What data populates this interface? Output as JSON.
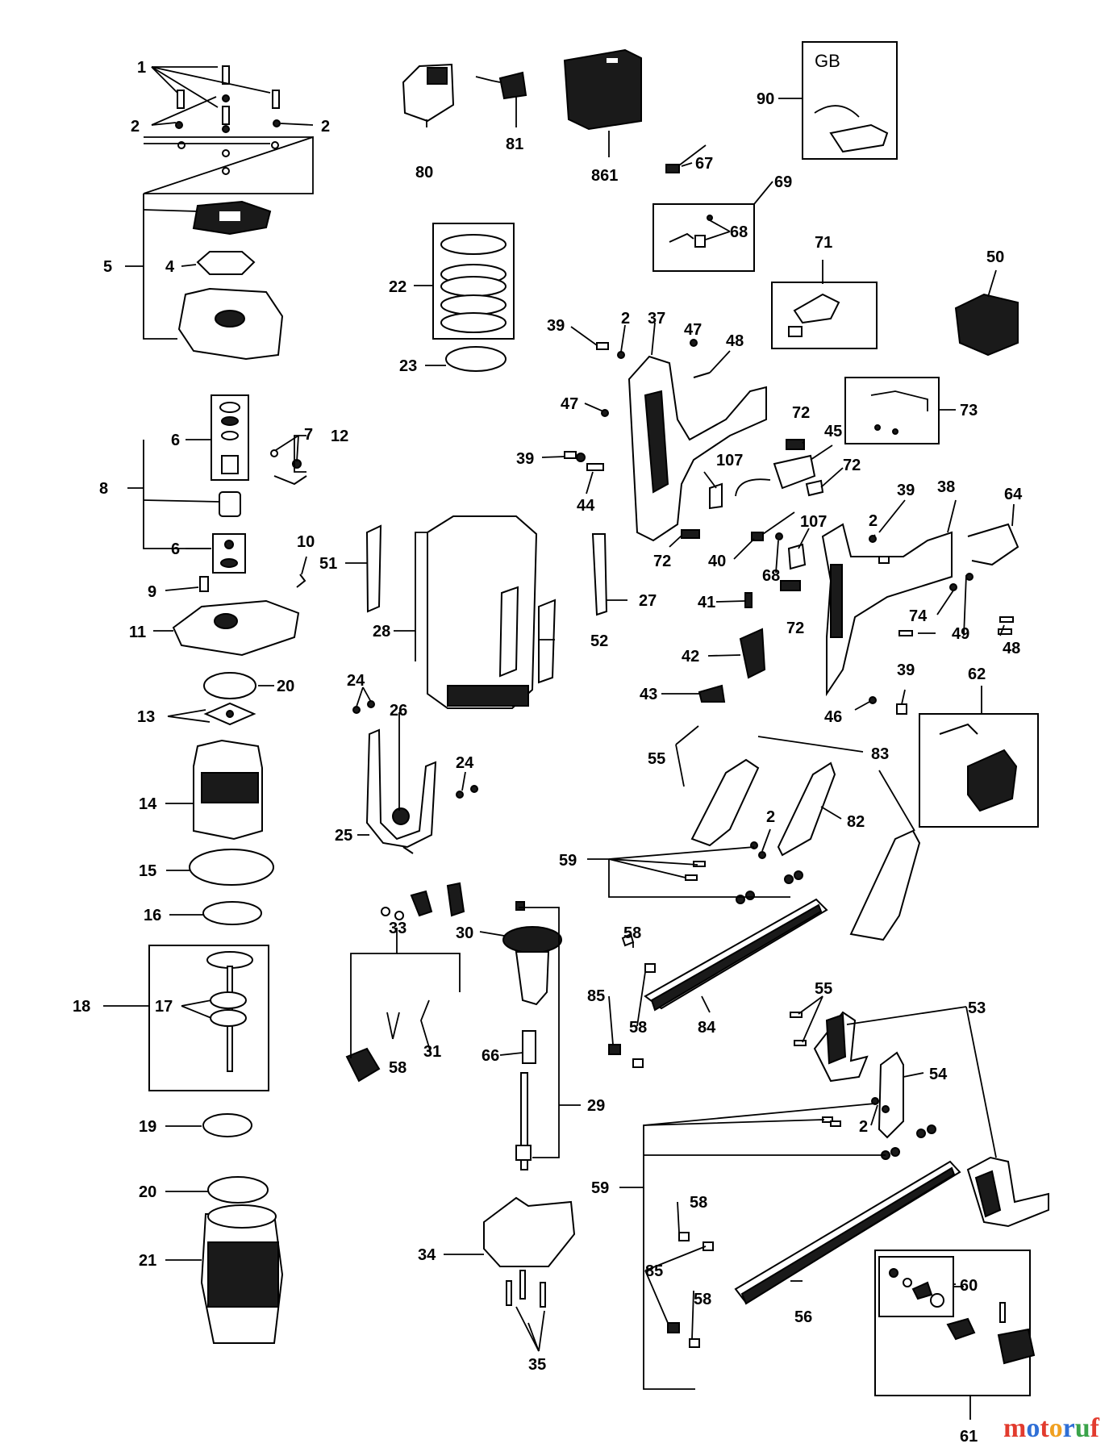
{
  "diagram": {
    "callouts": [
      {
        "id": "c1",
        "text": "1"
      },
      {
        "id": "c2a",
        "text": "2"
      },
      {
        "id": "c2b",
        "text": "2"
      },
      {
        "id": "c5",
        "text": "5"
      },
      {
        "id": "c4",
        "text": "4"
      },
      {
        "id": "c6a",
        "text": "6"
      },
      {
        "id": "c7",
        "text": "7"
      },
      {
        "id": "c12",
        "text": "12"
      },
      {
        "id": "c8",
        "text": "8"
      },
      {
        "id": "c6b",
        "text": "6"
      },
      {
        "id": "c10",
        "text": "10"
      },
      {
        "id": "c9",
        "text": "9"
      },
      {
        "id": "c11",
        "text": "11"
      },
      {
        "id": "c20a",
        "text": "20"
      },
      {
        "id": "c13",
        "text": "13"
      },
      {
        "id": "c14",
        "text": "14"
      },
      {
        "id": "c15",
        "text": "15"
      },
      {
        "id": "c16",
        "text": "16"
      },
      {
        "id": "c18",
        "text": "18"
      },
      {
        "id": "c17",
        "text": "17"
      },
      {
        "id": "c19",
        "text": "19"
      },
      {
        "id": "c20b",
        "text": "20"
      },
      {
        "id": "c21",
        "text": "21"
      },
      {
        "id": "c80",
        "text": "80"
      },
      {
        "id": "c81",
        "text": "81"
      },
      {
        "id": "c861",
        "text": "861"
      },
      {
        "id": "c22",
        "text": "22"
      },
      {
        "id": "c23",
        "text": "23"
      },
      {
        "id": "c51",
        "text": "51"
      },
      {
        "id": "c28",
        "text": "28"
      },
      {
        "id": "c52",
        "text": "52"
      },
      {
        "id": "c24a",
        "text": "24"
      },
      {
        "id": "c26",
        "text": "26"
      },
      {
        "id": "c24b",
        "text": "24"
      },
      {
        "id": "c25",
        "text": "25"
      },
      {
        "id": "c27",
        "text": "27"
      },
      {
        "id": "c33",
        "text": "33"
      },
      {
        "id": "c30",
        "text": "30"
      },
      {
        "id": "c31",
        "text": "31"
      },
      {
        "id": "c58a",
        "text": "58"
      },
      {
        "id": "c66",
        "text": "66"
      },
      {
        "id": "c29",
        "text": "29"
      },
      {
        "id": "c34",
        "text": "34"
      },
      {
        "id": "c35",
        "text": "35"
      },
      {
        "id": "c90",
        "text": "90"
      },
      {
        "id": "c67",
        "text": "67"
      },
      {
        "id": "c69",
        "text": "69"
      },
      {
        "id": "c68a",
        "text": "68"
      },
      {
        "id": "c71",
        "text": "71"
      },
      {
        "id": "c50",
        "text": "50"
      },
      {
        "id": "c39a",
        "text": "39"
      },
      {
        "id": "c2c",
        "text": "2"
      },
      {
        "id": "c37",
        "text": "37"
      },
      {
        "id": "c47a",
        "text": "47"
      },
      {
        "id": "c48a",
        "text": "48"
      },
      {
        "id": "c47b",
        "text": "47"
      },
      {
        "id": "c73",
        "text": "73"
      },
      {
        "id": "c39b",
        "text": "39"
      },
      {
        "id": "c44",
        "text": "44"
      },
      {
        "id": "c72a",
        "text": "72"
      },
      {
        "id": "c45",
        "text": "45"
      },
      {
        "id": "c72b",
        "text": "72"
      },
      {
        "id": "c107a",
        "text": "107"
      },
      {
        "id": "c39c",
        "text": "39"
      },
      {
        "id": "c38",
        "text": "38"
      },
      {
        "id": "c64",
        "text": "64"
      },
      {
        "id": "c2d",
        "text": "2"
      },
      {
        "id": "c107b",
        "text": "107"
      },
      {
        "id": "c72c",
        "text": "72"
      },
      {
        "id": "c40",
        "text": "40"
      },
      {
        "id": "c68b",
        "text": "68"
      },
      {
        "id": "c41",
        "text": "41"
      },
      {
        "id": "c74",
        "text": "74"
      },
      {
        "id": "c72d",
        "text": "72"
      },
      {
        "id": "c49",
        "text": "49"
      },
      {
        "id": "c48b",
        "text": "48"
      },
      {
        "id": "c42",
        "text": "42"
      },
      {
        "id": "c43",
        "text": "43"
      },
      {
        "id": "c39d",
        "text": "39"
      },
      {
        "id": "c62",
        "text": "62"
      },
      {
        "id": "c46",
        "text": "46"
      },
      {
        "id": "c55a",
        "text": "55"
      },
      {
        "id": "c83",
        "text": "83"
      },
      {
        "id": "c82",
        "text": "82"
      },
      {
        "id": "c2e",
        "text": "2"
      },
      {
        "id": "c59a",
        "text": "59"
      },
      {
        "id": "c58b",
        "text": "58"
      },
      {
        "id": "c85a",
        "text": "85"
      },
      {
        "id": "c58c",
        "text": "58"
      },
      {
        "id": "c84",
        "text": "84"
      },
      {
        "id": "c55b",
        "text": "55"
      },
      {
        "id": "c53",
        "text": "53"
      },
      {
        "id": "c54",
        "text": "54"
      },
      {
        "id": "c2f",
        "text": "2"
      },
      {
        "id": "c59b",
        "text": "59"
      },
      {
        "id": "c58d",
        "text": "58"
      },
      {
        "id": "c85b",
        "text": "85"
      },
      {
        "id": "c58e",
        "text": "58"
      },
      {
        "id": "c56",
        "text": "56"
      },
      {
        "id": "c60",
        "text": "60"
      },
      {
        "id": "c61",
        "text": "61"
      }
    ],
    "region_label": "GB"
  },
  "watermark": {
    "letters": [
      {
        "ch": "m",
        "color": "#e23b2e"
      },
      {
        "ch": "o",
        "color": "#2f6fd6"
      },
      {
        "ch": "t",
        "color": "#e23b2e"
      },
      {
        "ch": "o",
        "color": "#f0a020"
      },
      {
        "ch": "r",
        "color": "#2f6fd6"
      },
      {
        "ch": "u",
        "color": "#3aa34a"
      },
      {
        "ch": "f",
        "color": "#e23b2e"
      }
    ]
  }
}
